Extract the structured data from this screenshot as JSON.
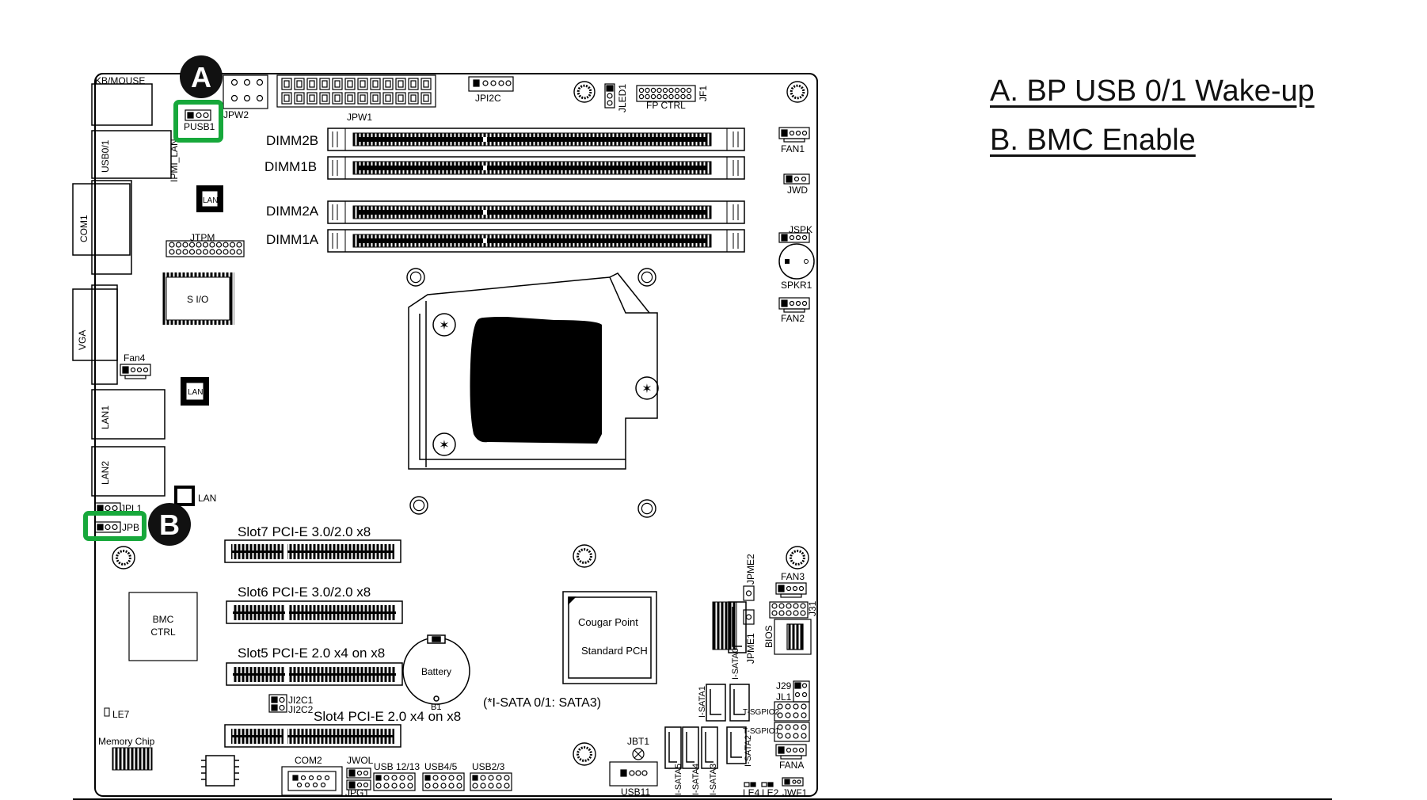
{
  "legend": {
    "a": "A. BP USB 0/1 Wake-up",
    "b": "B. BMC Enable"
  },
  "callouts": {
    "a": "A",
    "b": "B"
  },
  "colors": {
    "highlight": "#17a83b",
    "board_line": "#000000",
    "callout_bg": "#111111"
  },
  "board": {
    "ports": {
      "kbmouse": "KB/MOUSE",
      "usb01": "USB0/1",
      "ipmi_lan": "IPMI_LAN",
      "com1": "COM1",
      "vga": "VGA",
      "lan1": "LAN1",
      "lan2": "LAN2"
    },
    "headers": {
      "jpw2": "JPW2",
      "jpw1": "JPW1",
      "jpi2c": "JPI2C",
      "jled1": "JLED1",
      "fp_ctrl": "FP CTRL",
      "jf1": "JF1",
      "pusb1": "PUSB1",
      "fan1": "FAN1",
      "jwd": "JWD",
      "jspk": "JSPK",
      "spkr1": "SPKR1",
      "fan2": "FAN2",
      "jtpm": "JTPM",
      "sio": "S I/O",
      "fan4": "Fan4",
      "lan_chip1": "LAN",
      "lan_chip2": "LAN",
      "lan_chip3": "LAN",
      "jpl1": "JPL1",
      "jpb": "JPB",
      "bmc_ctrl_1": "BMC",
      "bmc_ctrl_2": "CTRL",
      "le7": "LE7",
      "memory_chip": "Memory Chip",
      "ji2c1": "JI2C1",
      "ji2c2": "JI2C2",
      "battery": "Battery",
      "b1": "B1",
      "sata_note": "(*I-SATA 0/1: SATA3)",
      "cougar_point": "Cougar Point",
      "standard_pch": "Standard PCH",
      "jpme2": "JPME2",
      "jpme1": "JPME1",
      "fan3": "FAN3",
      "j31": "J31",
      "bios": "BIOS",
      "j29": "J29",
      "jl1": "JL1",
      "isata0": "I-SATA0",
      "isata1": "I-SATA1",
      "isata2": "I-SATA2",
      "isata3": "I-SATA3",
      "isata4": "I-SATA4",
      "isata5": "I-SATA5",
      "tsgpio1": "T-SGPIO1",
      "tsgpio2": "T-SGPIO2",
      "fana": "FANA",
      "jbt1": "JBT1",
      "usb11": "USB11",
      "com2": "COM2",
      "jwol": "JWOL",
      "jpg1": "JPG1",
      "usb1213": "USB 12/13",
      "usb45": "USB4/5",
      "usb23": "USB2/3",
      "le4": "LE4",
      "le2": "LE2",
      "jwf1": "JWF1"
    },
    "dimms": [
      "DIMM2B",
      "DIMM1B",
      "DIMM2A",
      "DIMM1A"
    ],
    "slots": [
      "Slot7 PCI-E 3.0/2.0 x8",
      "Slot6 PCI-E 3.0/2.0 x8",
      "Slot5 PCI-E 2.0 x4 on x8",
      "Slot4 PCI-E 2.0 x4 on x8"
    ]
  }
}
